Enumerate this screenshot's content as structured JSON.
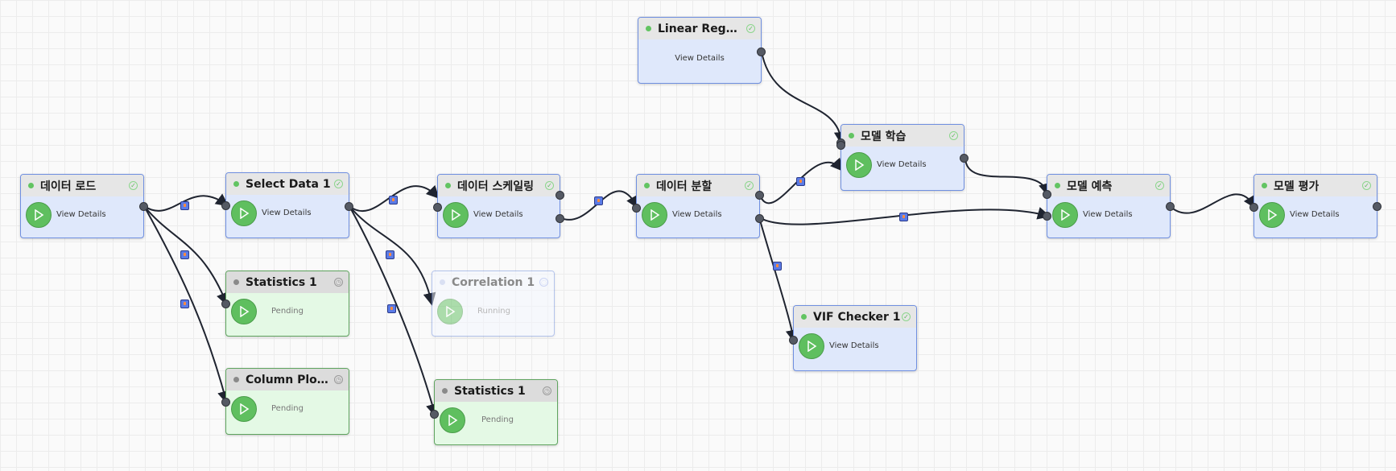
{
  "nodes": {
    "data_load": {
      "title": "데이터 로드",
      "detail": "View Details"
    },
    "select_data": {
      "title": "Select Data 1",
      "detail": "View Details"
    },
    "statistics_a": {
      "title": "Statistics 1",
      "detail": "Pending"
    },
    "column_plot": {
      "title": "Column Plo…",
      "detail": "Pending"
    },
    "scaling": {
      "title": "데이터 스케일링",
      "detail": "View Details"
    },
    "correlation": {
      "title": "Correlation 1",
      "detail": "Running"
    },
    "statistics_b": {
      "title": "Statistics 1",
      "detail": "Pending"
    },
    "split": {
      "title": "데이터 분할",
      "detail": "View Details"
    },
    "linear_reg": {
      "title": "Linear Regr…",
      "detail": "View Details"
    },
    "train": {
      "title": "모델 학습",
      "detail": "View Details"
    },
    "vif": {
      "title": "VIF Checker 1",
      "detail": "View Details"
    },
    "predict": {
      "title": "모델 예측",
      "detail": "View Details"
    },
    "evaluate": {
      "title": "모델 평가",
      "detail": "View Details"
    }
  },
  "colors": {
    "completed_node": "#dfe8fb",
    "pending_node": "#e4f9e5",
    "run_button": "#5fbf5f",
    "edge": "#1f2430",
    "edge_marker": "#5b7be6"
  },
  "icons": {
    "run": "play-icon",
    "status_done": "check-circle-icon",
    "status_pending": "clock-icon",
    "port": "connection-port"
  }
}
